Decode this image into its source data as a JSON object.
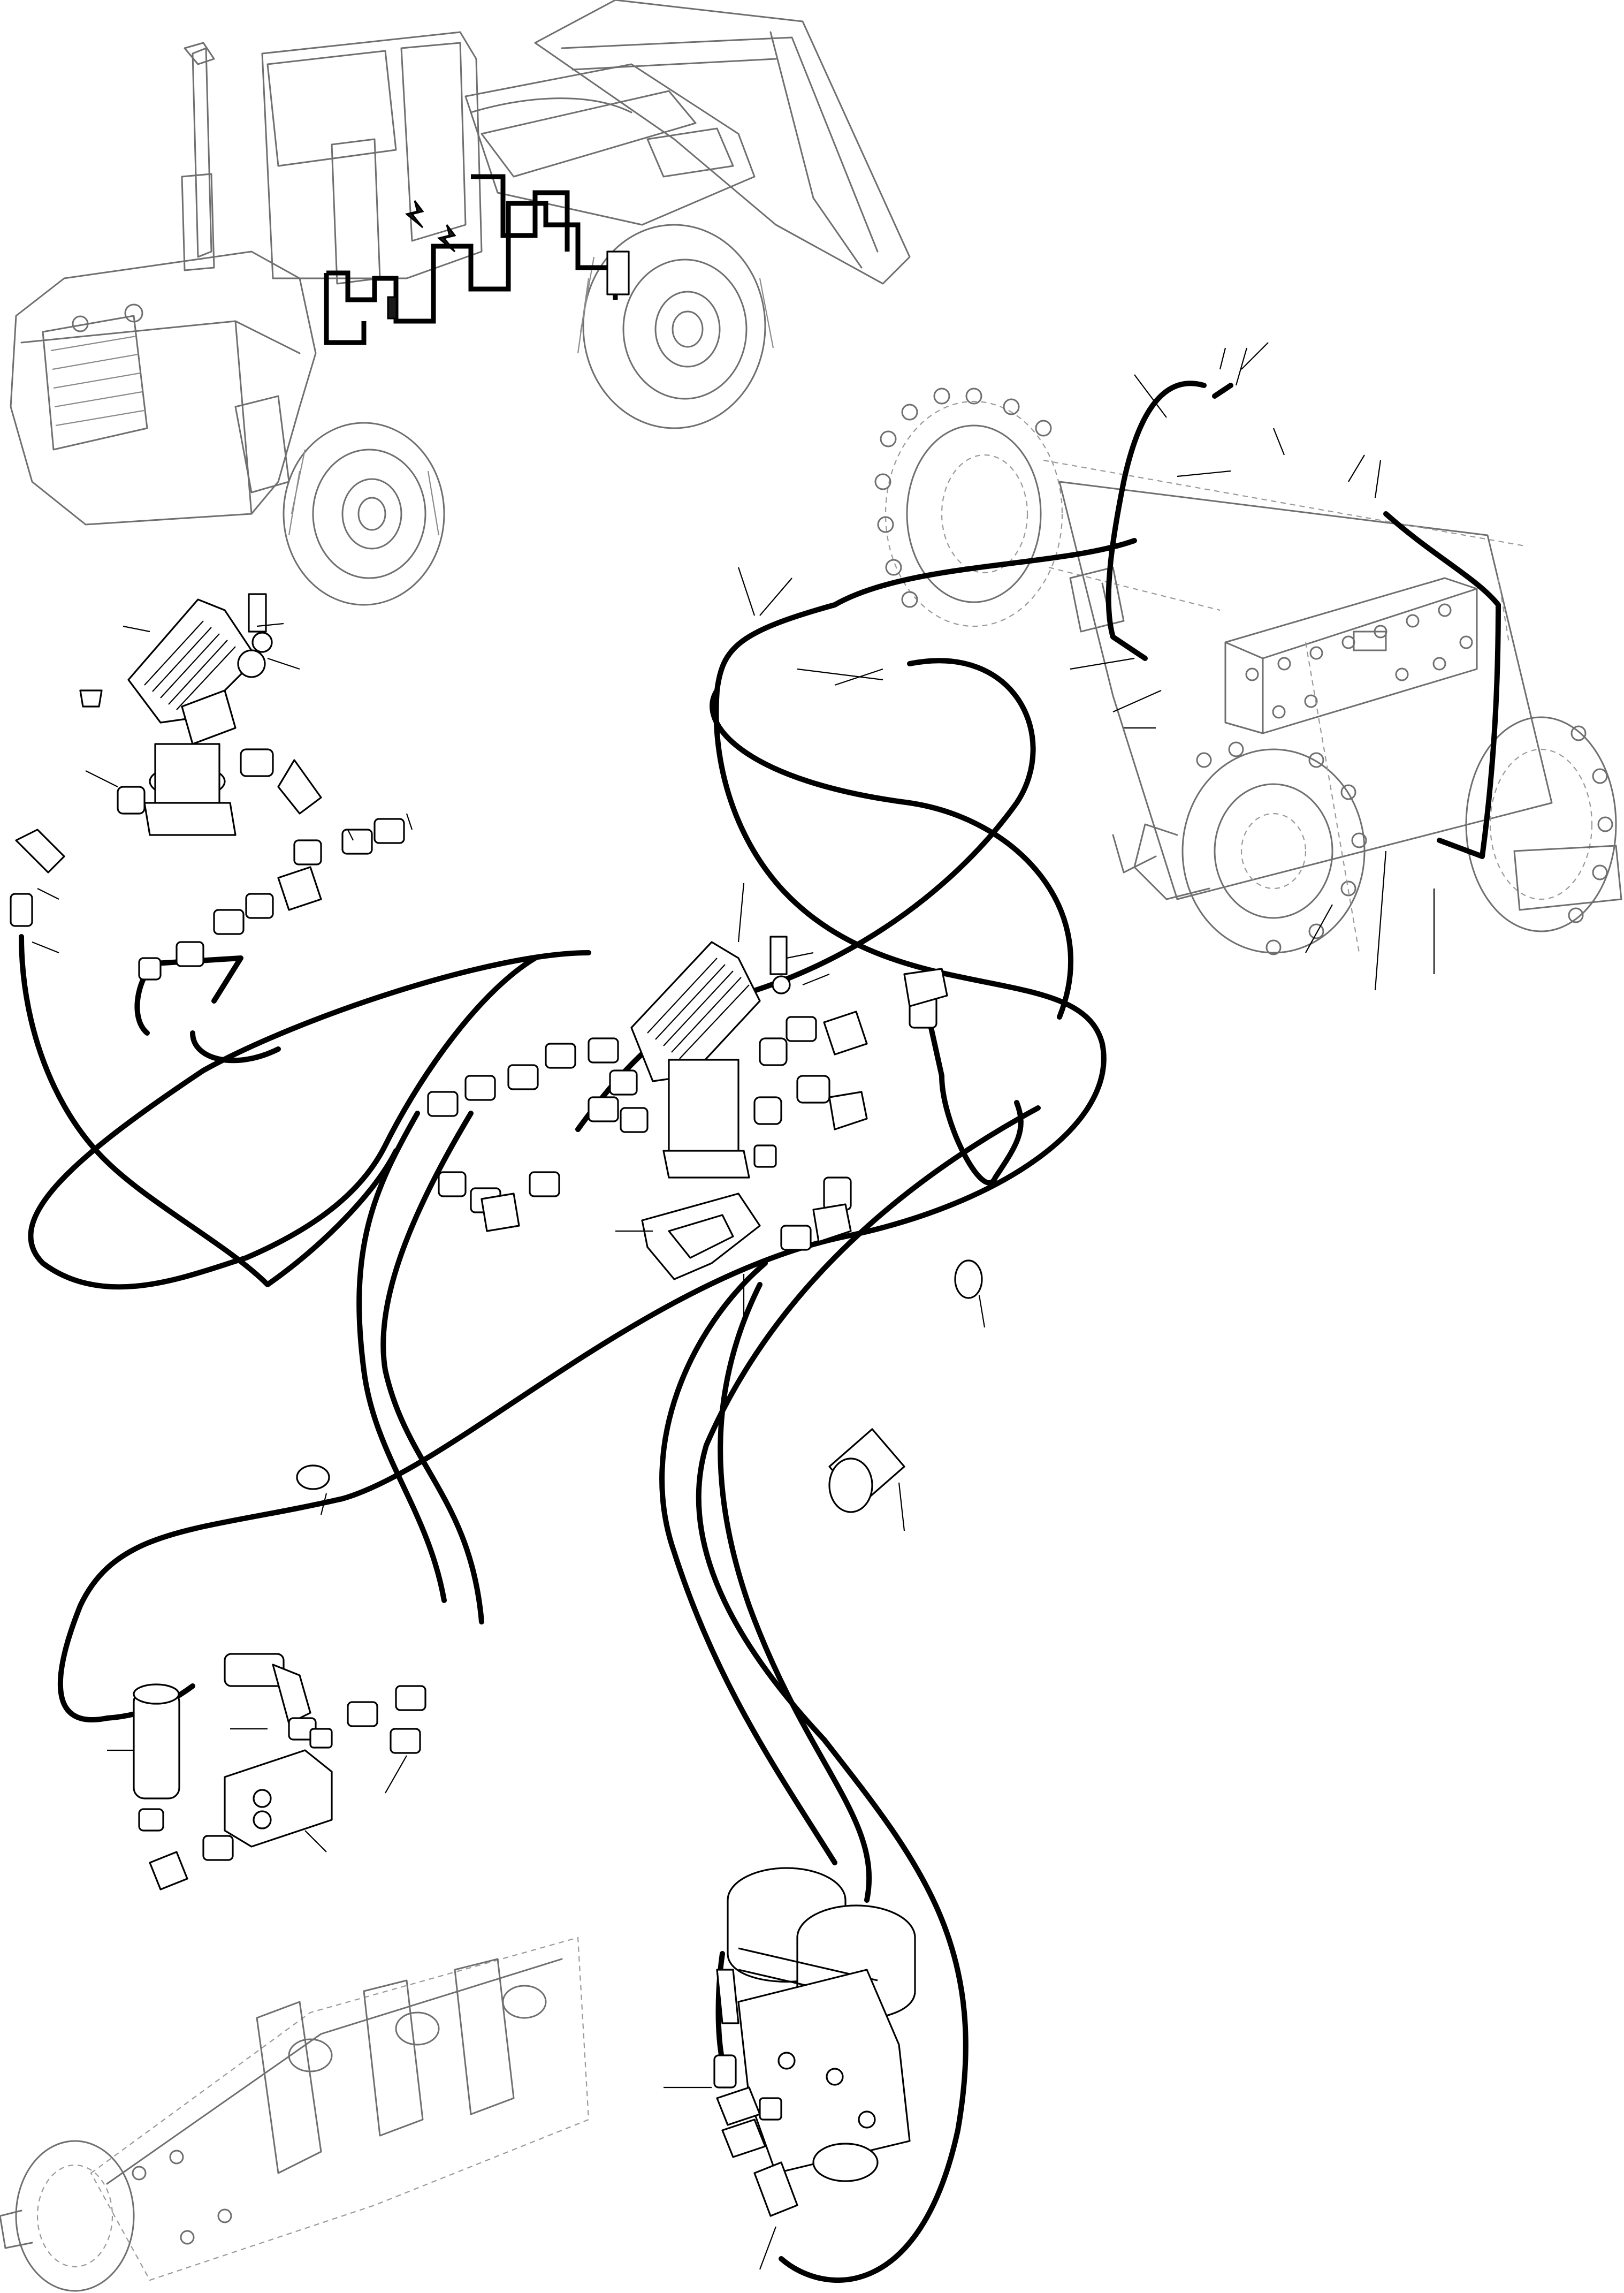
{
  "diagram": {
    "kind": "exploded-parts-illustration",
    "style": {
      "background": "#ffffff",
      "line_color": "#000000",
      "ghost_line_color": "#6f6f6f"
    },
    "assemblies": [
      {
        "id": "wheel-loader",
        "icon": "wheel-loader-icon"
      },
      {
        "id": "axle",
        "icon": "axle-assembly-icon"
      },
      {
        "id": "brake-valve-upper",
        "icon": "pedal-valve-icon"
      },
      {
        "id": "brake-valve-center",
        "icon": "pedal-valve-icon"
      },
      {
        "id": "filter-block",
        "icon": "filter-canister-icon"
      },
      {
        "id": "sleeve",
        "icon": "sleeve-tube-icon"
      },
      {
        "id": "accumulator-valve",
        "icon": "accumulator-icon"
      },
      {
        "id": "hydraulic-pump",
        "icon": "pump-icon"
      }
    ]
  }
}
